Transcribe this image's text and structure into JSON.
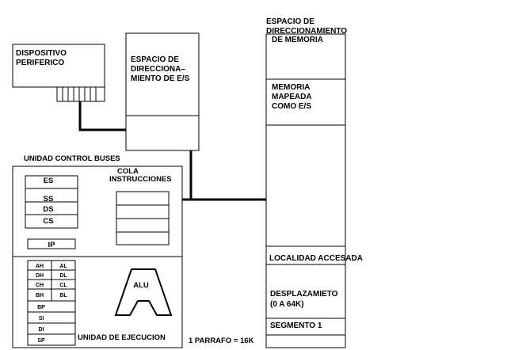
{
  "device": {
    "label_line1": "DISPOSITIVO",
    "label_line2": "PERIFERICO"
  },
  "io_space": {
    "line1": "ESPACIO DE",
    "line2": "DIRECCIONA–",
    "line3": "MIENTO DE E/S"
  },
  "memory_space": {
    "title_line1": "ESPACIO DE",
    "title_line2": "DIRECCIONAMIENTO",
    "title_line3": "DE MEMORIA",
    "mapped_line1": "MEMORIA",
    "mapped_line2": "MAPEADA",
    "mapped_line3": "COMO E/S",
    "accessed_location": "LOCALIDAD ACCESADA",
    "offset_line1": "DESPLAZAMIETO",
    "offset_line2": "(0 A 64K)",
    "segment": "SEGMENTO 1"
  },
  "biu": {
    "title": "UNIDAD CONTROL BUSES",
    "queue_line1": "COLA",
    "queue_line2": "INSTRUCCIONES",
    "segment_registers": [
      "ES",
      "SS",
      "DS",
      "CS"
    ],
    "ip": "IP"
  },
  "eu": {
    "title": "UNIDAD DE EJECUCION",
    "alu": "ALU",
    "register_pairs": [
      [
        "AH",
        "AL"
      ],
      [
        "DH",
        "DL"
      ],
      [
        "CH",
        "CL"
      ],
      [
        "BH",
        "BL"
      ]
    ],
    "pointer_registers": [
      "BP",
      "SI",
      "DI",
      "SP"
    ]
  },
  "footnote": "1 PARRAFO = 16K"
}
